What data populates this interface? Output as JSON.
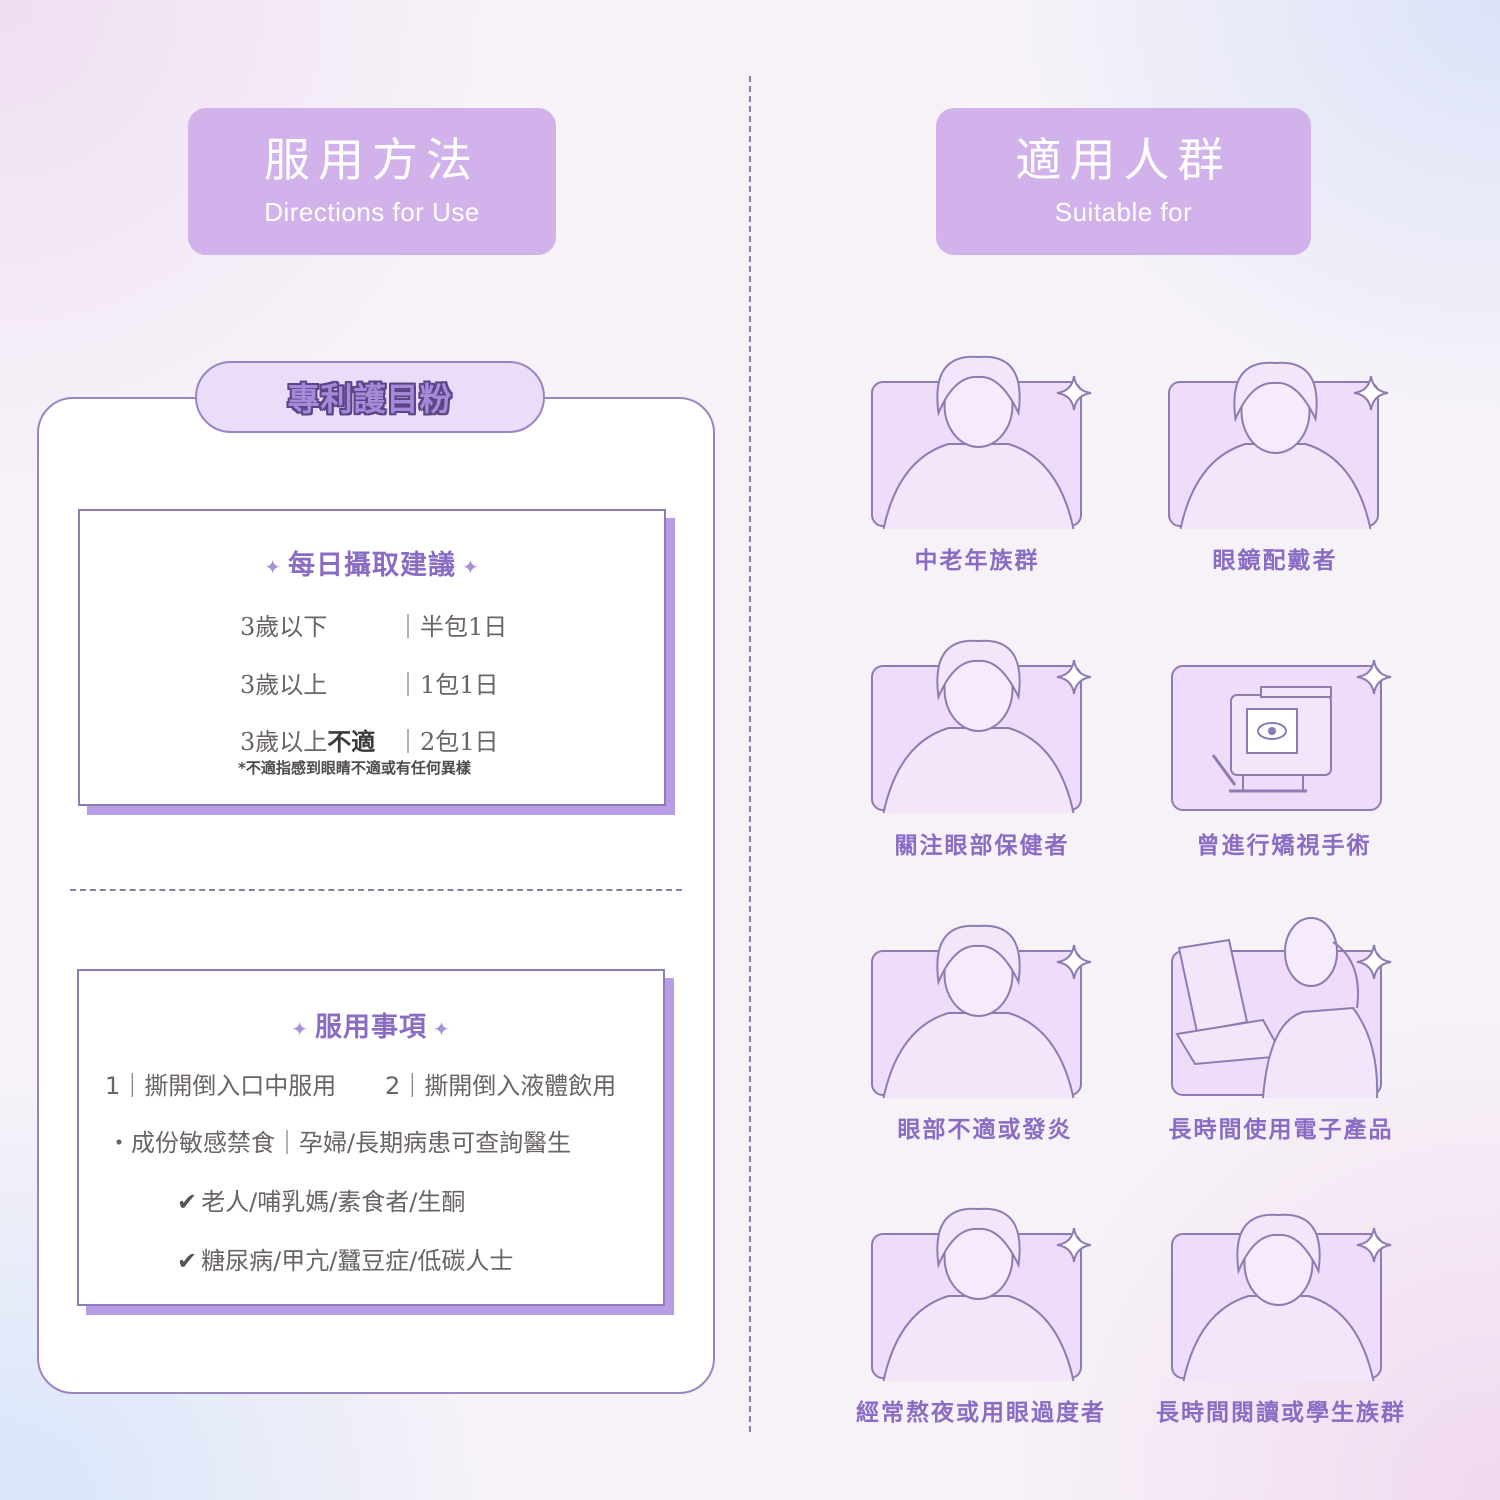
{
  "colors": {
    "accent": "#d2b2ea",
    "card_border": "#9a85c2",
    "label_purple": "#8a6cc4",
    "tile_fill": "#efdcfa",
    "line": "#8d7cb2"
  },
  "left_header": {
    "title_zh": "服用方法",
    "title_en": "Directions for Use"
  },
  "right_header": {
    "title_zh": "適用人群",
    "title_en": "Suitable for"
  },
  "product_name": "專利護目粉",
  "intake": {
    "title": "每日攝取建議",
    "rows": [
      {
        "age": "3歲以下",
        "dose": "｜半包1日"
      },
      {
        "age": "3歲以上",
        "dose": "｜1包1日"
      },
      {
        "age": "3歲以上",
        "age_bold": "不適",
        "dose": "｜2包1日"
      }
    ],
    "note": "*不適指感到眼睛不適或有任何異樣"
  },
  "usage": {
    "title": "服用事項",
    "line1a": "1｜撕開倒入口中服用",
    "line1b": "2｜撕開倒入液體飲用",
    "line2": "・成份敏感禁食｜孕婦/長期病患可查詢醫生",
    "checks": [
      "老人/哺乳媽/素食者/生酮",
      "糖尿病/甲亢/蠶豆症/低碳人士"
    ]
  },
  "audience": [
    {
      "label": "中老年族群",
      "icon": "elderly-woman-icon"
    },
    {
      "label": "眼鏡配戴者",
      "icon": "woman-glasses-icon"
    },
    {
      "label": "關注眼部保健者",
      "icon": "eye-rub-woman-icon"
    },
    {
      "label": "曾進行矯視手術",
      "icon": "eye-exam-machine-icon"
    },
    {
      "label": "眼部不適或發炎",
      "icon": "eye-discomfort-woman-icon"
    },
    {
      "label": "長時間使用電子產品",
      "icon": "laptop-user-icon"
    },
    {
      "label": "經常熬夜或用眼過度者",
      "icon": "tired-night-owl-icon"
    },
    {
      "label": "長時間閱讀或學生族群",
      "icon": "student-reading-icon"
    }
  ]
}
